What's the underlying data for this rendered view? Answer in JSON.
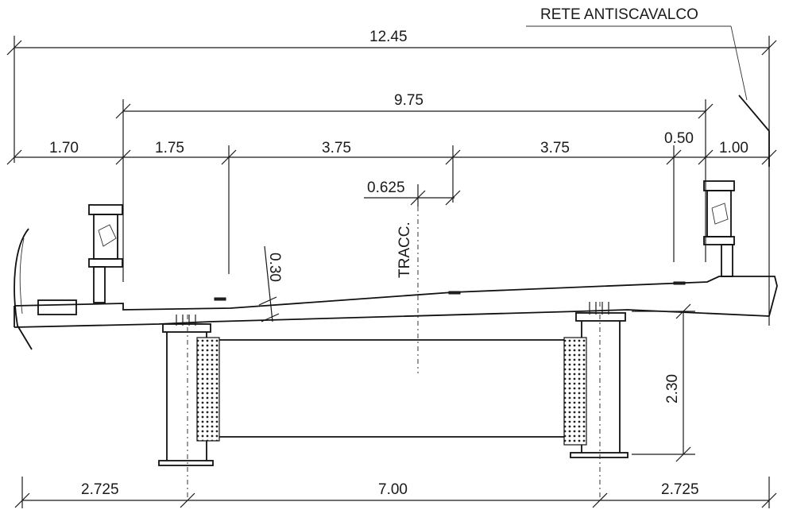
{
  "labels": {
    "total_width": "12.45",
    "carriageway_width": "9.75",
    "left_sidewalk": "1.70",
    "left_shoulder": "1.75",
    "lane_left": "3.75",
    "lane_right": "3.75",
    "right_shoulder": "0.50",
    "right_sidewalk": "1.00",
    "axis_offset": "0.625",
    "axis_label": "TRACC.",
    "slab_thickness": "0.30",
    "girder_depth": "2.30",
    "left_overhang": "2.725",
    "girder_spacing": "7.00",
    "right_overhang": "2.725",
    "safety_net": "RETE ANTISCAVALCO"
  }
}
